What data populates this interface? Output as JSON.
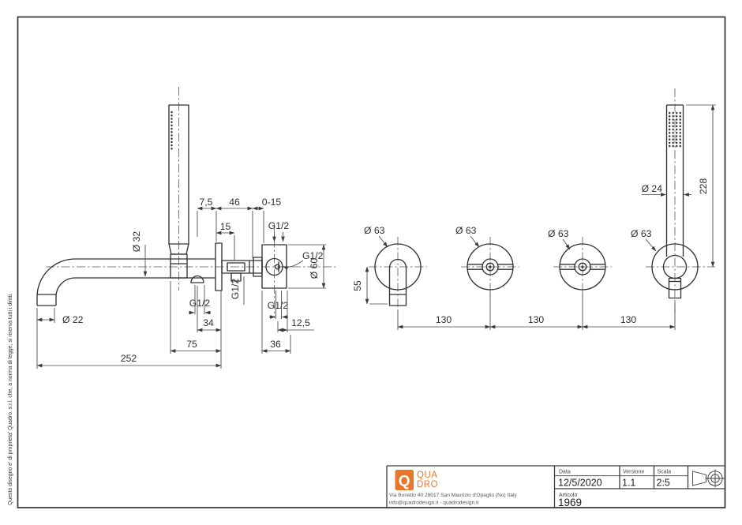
{
  "margin_note": "Questo disegno e' di proprieta' Quadro. s.r.l. che, a norma di legge, si riserva tutti i diritti.",
  "side_view": {
    "dim_7_5": "7,5",
    "dim_46": "46",
    "dim_0_15": "0-15",
    "dim_15": "15",
    "thread_top": "G1/2",
    "thread_side": "G1/2",
    "dia_60": "Ø 60",
    "dia_32": "Ø 32",
    "dia_22": "Ø 22",
    "thread_holder": "G1/2",
    "thread_flange": "G1/2",
    "thread_bottom": "G1/2",
    "dim_34": "34",
    "dim_12_5": "12,5",
    "dim_75": "75",
    "dim_36": "36",
    "dim_252": "252"
  },
  "front_view": {
    "dia_63_spout": "Ø 63",
    "dia_63_handle1": "Ø 63",
    "dia_63_handle2": "Ø 63",
    "dia_63_shower": "Ø 63",
    "dim_55": "55",
    "dim_130_1": "130",
    "dim_130_2": "130",
    "dim_130_3": "130",
    "dia_24": "Ø 24",
    "dim_228": "228"
  },
  "title_block": {
    "logo_q": "Q",
    "logo_line1": "QUA",
    "logo_line2": "DRO",
    "address": "Via Bonetto 40  28017 San Maurizio d'Opaglio (No) Italy",
    "contacts": "info@quadrodesign.it  -  quadrodesign.it",
    "data_label": "Data",
    "data_value": "12/5/2020",
    "versione_label": "Versione",
    "versione_value": "1.1",
    "scala_label": "Scala",
    "scala_value": "2:5",
    "articolo_label": "Articolo",
    "articolo_value": "1969",
    "accent_color": "#E8772A"
  }
}
